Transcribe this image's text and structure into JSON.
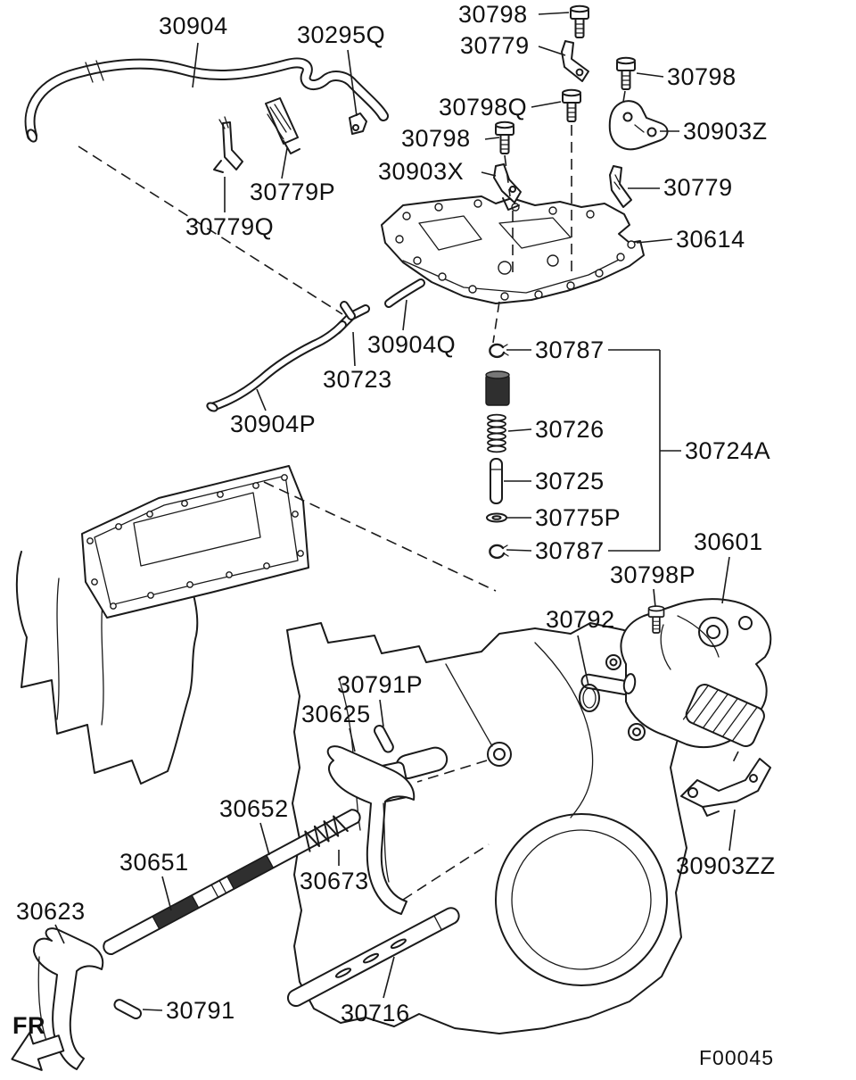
{
  "figure_code": {
    "text": "F00045"
  },
  "direction": {
    "text": "FR"
  },
  "colors": {
    "line": "#1a1a1a",
    "background": "#ffffff",
    "knurl_fill": "#2f2f2f"
  },
  "labels": [
    {
      "text": "30904"
    },
    {
      "text": "30295Q"
    },
    {
      "text": "30798"
    },
    {
      "text": "30779"
    },
    {
      "text": "30798"
    },
    {
      "text": "30798Q"
    },
    {
      "text": "30903Z"
    },
    {
      "text": "30798"
    },
    {
      "text": "30903X"
    },
    {
      "text": "30779"
    },
    {
      "text": "30614"
    },
    {
      "text": "30779P"
    },
    {
      "text": "30779Q"
    },
    {
      "text": "30904Q"
    },
    {
      "text": "30723"
    },
    {
      "text": "30904P"
    },
    {
      "text": "30787"
    },
    {
      "text": "30726"
    },
    {
      "text": "30725"
    },
    {
      "text": "30775P"
    },
    {
      "text": "30787"
    },
    {
      "text": "30724A"
    },
    {
      "text": "30601"
    },
    {
      "text": "30798P"
    },
    {
      "text": "30792"
    },
    {
      "text": "30791P"
    },
    {
      "text": "30625"
    },
    {
      "text": "30652"
    },
    {
      "text": "30651"
    },
    {
      "text": "30673"
    },
    {
      "text": "30623"
    },
    {
      "text": "30791"
    },
    {
      "text": "30716"
    },
    {
      "text": "30903ZZ"
    }
  ]
}
